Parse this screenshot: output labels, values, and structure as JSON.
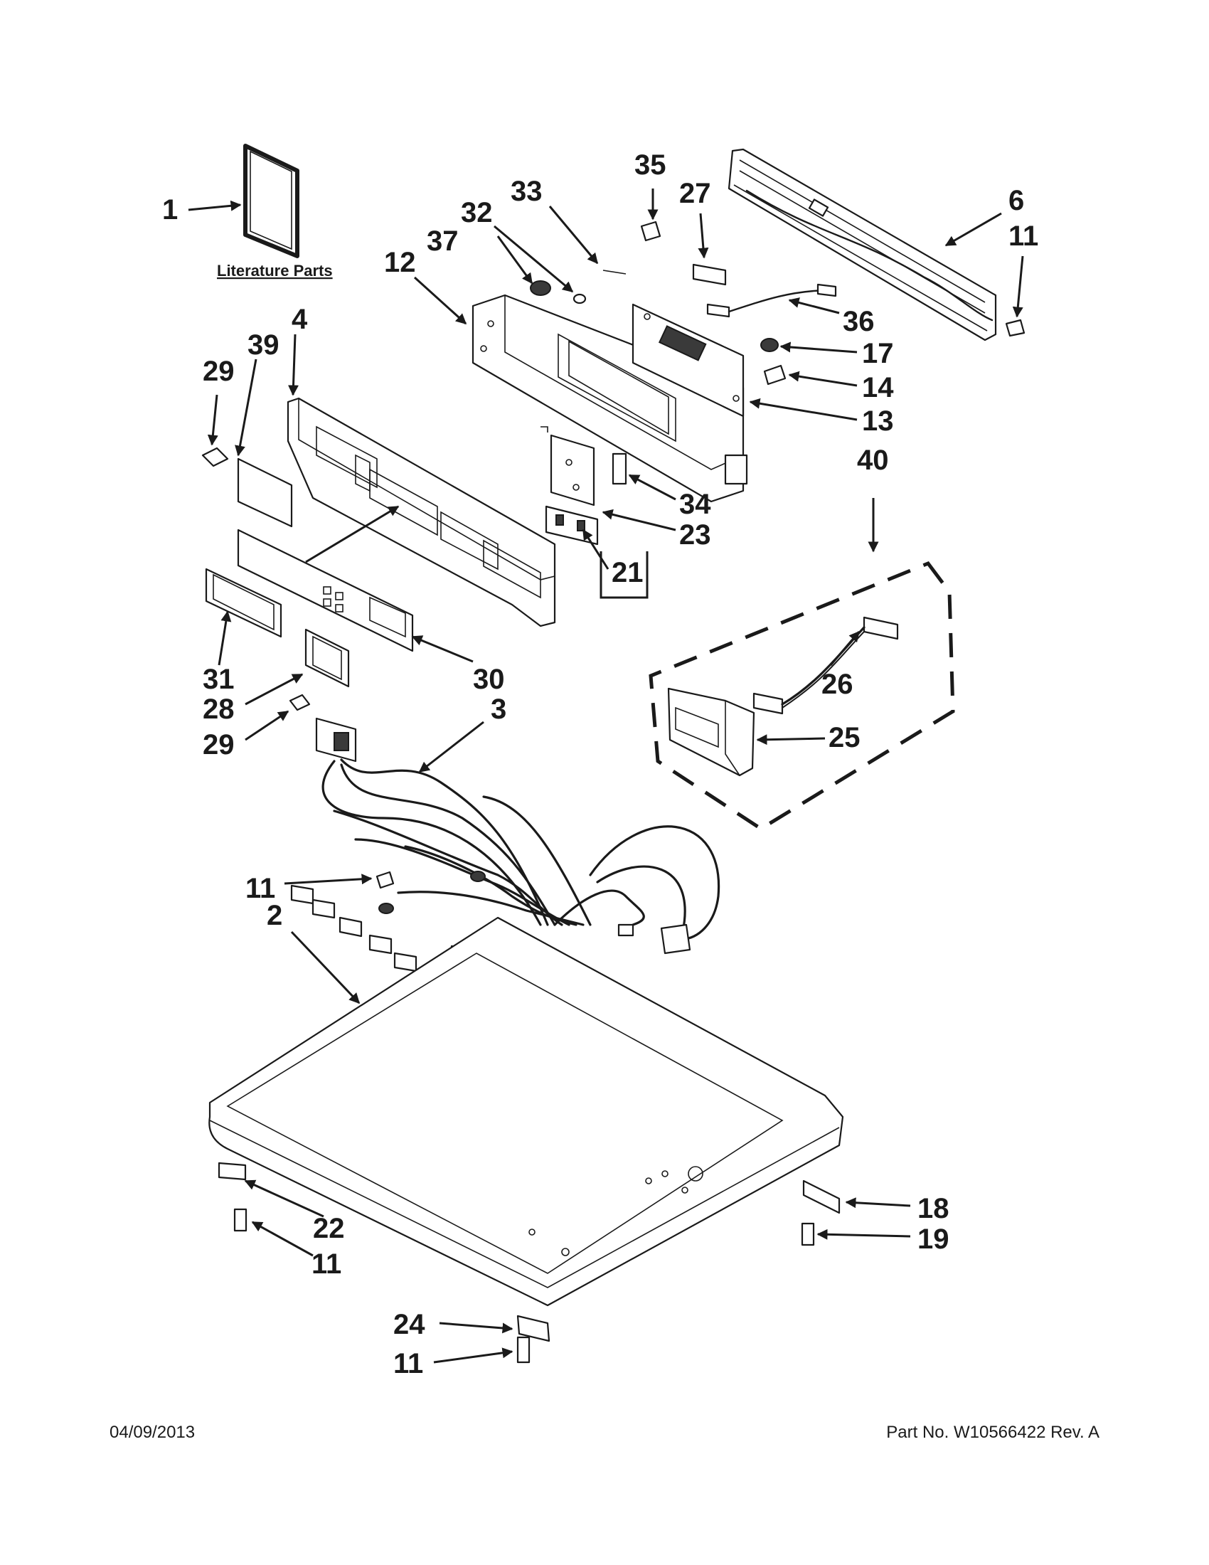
{
  "literature_caption": "Literature Parts",
  "labels": {
    "l1": "1",
    "l2": "2",
    "l3": "3",
    "l4": "4",
    "l6": "6",
    "l11a": "11",
    "l11b": "11",
    "l11c": "11",
    "l11d": "11",
    "l12": "12",
    "l13": "13",
    "l14": "14",
    "l17": "17",
    "l18": "18",
    "l19": "19",
    "l21": "21",
    "l22": "22",
    "l23": "23",
    "l24": "24",
    "l25": "25",
    "l26": "26",
    "l27": "27",
    "l28": "28",
    "l29a": "29",
    "l29b": "29",
    "l30": "30",
    "l31": "31",
    "l32": "32",
    "l33": "33",
    "l34": "34",
    "l35": "35",
    "l36": "36",
    "l37": "37",
    "l39": "39",
    "l40": "40"
  },
  "footer": {
    "date": "04/09/2013",
    "part_number": "Part No.  W10566422  Rev.  A"
  }
}
